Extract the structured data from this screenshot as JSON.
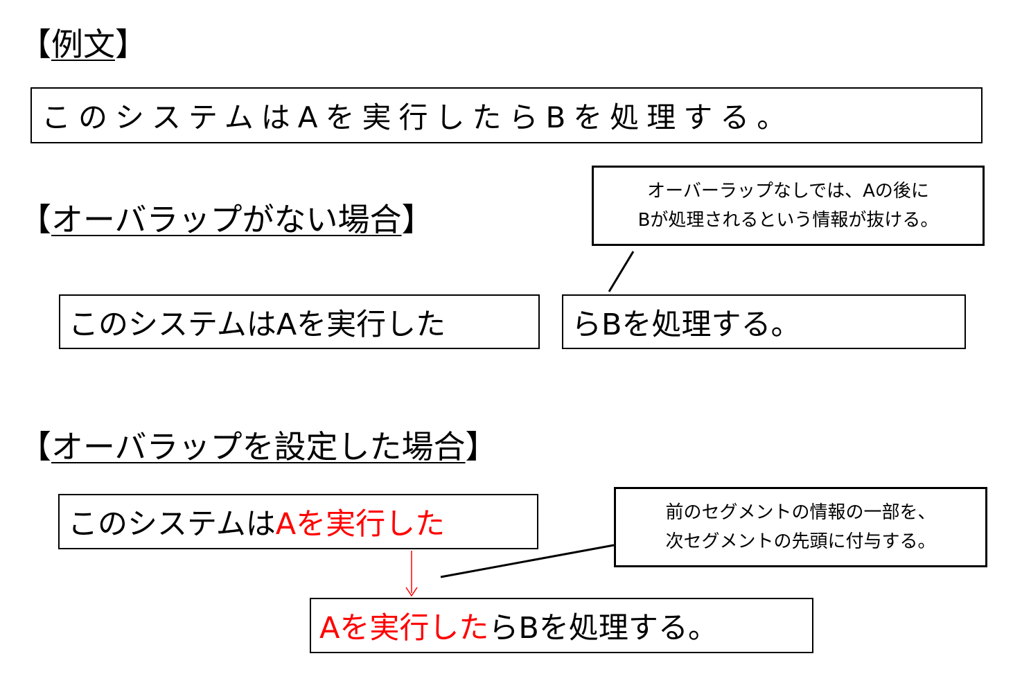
{
  "example": {
    "heading_open": "【",
    "heading_text": "例文",
    "heading_close": "】",
    "sentence": "このシステムはAを実行したらBを処理する。"
  },
  "no_overlap": {
    "heading_open": "【",
    "heading_text": "オーバラップがない場合",
    "heading_close": "】",
    "segment1": "このシステムはAを実行した",
    "segment2": "らBを処理する。",
    "note_line1": "オーバーラップなしでは、Aの後に",
    "note_line2": "Bが処理されるという情報が抜ける。"
  },
  "with_overlap": {
    "heading_open": "【",
    "heading_text": "オーバラップを設定した場合",
    "heading_close": "】",
    "segment1_plain": "このシステムは",
    "segment1_highlight": "Aを実行した",
    "segment2_highlight": "Aを実行した",
    "segment2_plain": "らBを処理する。",
    "note_line1": "前のセグメントの情報の一部を、",
    "note_line2": "次セグメントの先頭に付与する。"
  },
  "colors": {
    "highlight": "#ff0000",
    "border": "#000000"
  }
}
